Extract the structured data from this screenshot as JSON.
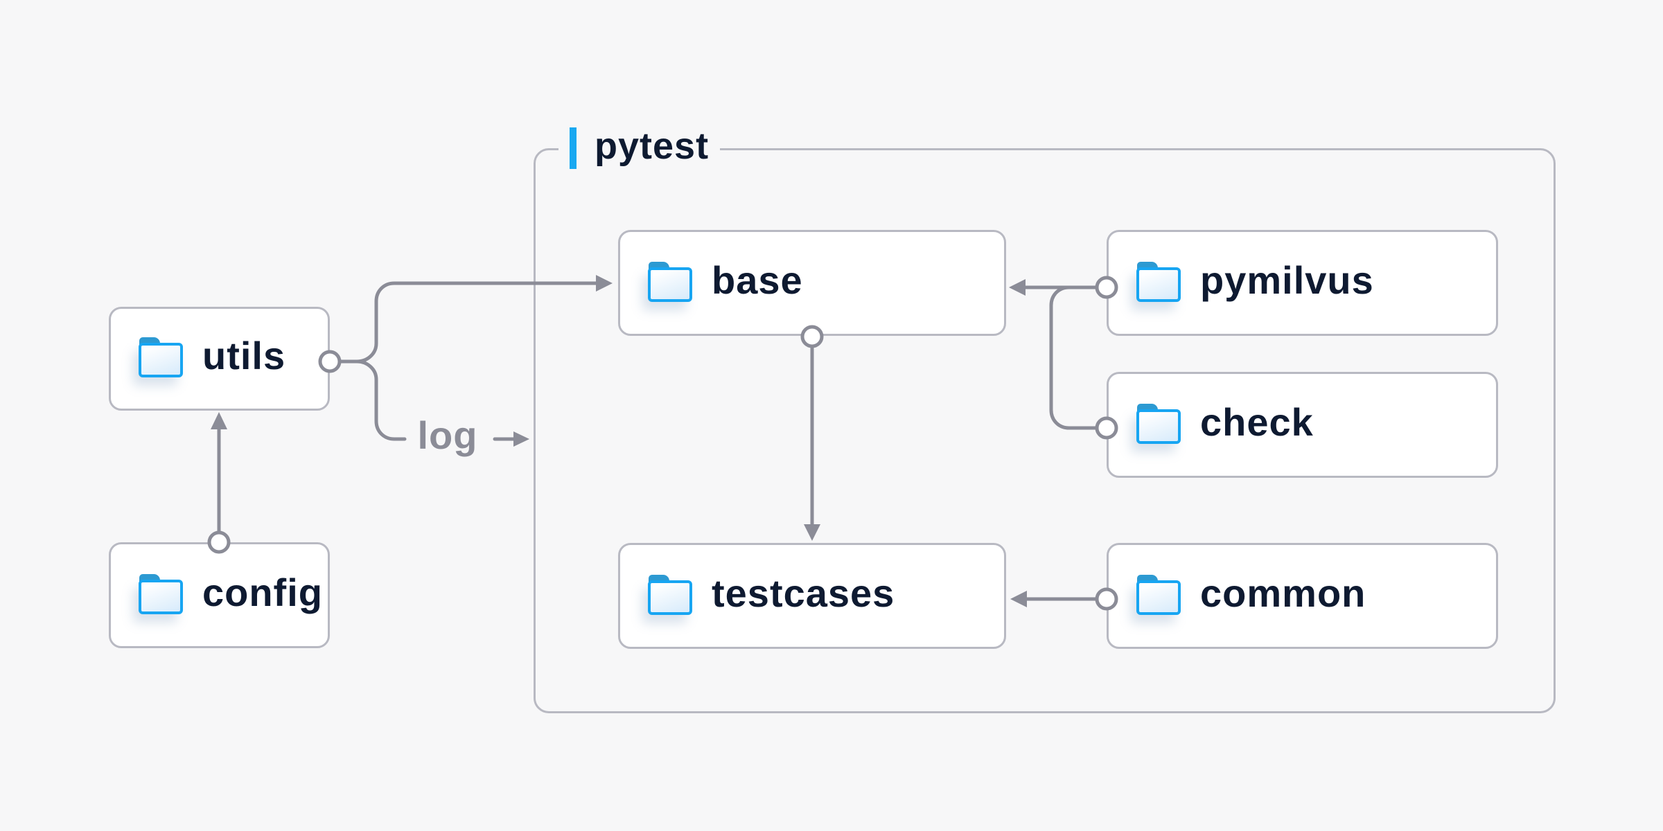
{
  "diagram": {
    "background": "#f7f7f8",
    "group": {
      "label": "pytest"
    },
    "nodes": {
      "utils": {
        "label": "utils",
        "icon": "folder-icon"
      },
      "config": {
        "label": "config",
        "icon": "folder-icon"
      },
      "base": {
        "label": "base",
        "icon": "folder-icon"
      },
      "pymilvus": {
        "label": "pymilvus",
        "icon": "folder-icon"
      },
      "check": {
        "label": "check",
        "icon": "folder-icon"
      },
      "testcases": {
        "label": "testcases",
        "icon": "folder-icon"
      },
      "common": {
        "label": "common",
        "icon": "folder-icon"
      }
    },
    "edge_label": "log",
    "relations": [
      {
        "from": "config",
        "to": "utils",
        "style": "arrow-with-dot"
      },
      {
        "from": "utils",
        "to": "base",
        "style": "arrow-with-dot"
      },
      {
        "from": "utils",
        "to": "log",
        "style": "labeled-arrow"
      },
      {
        "from": "base",
        "to": "testcases",
        "style": "arrow-with-dot"
      },
      {
        "from": "pymilvus",
        "to": "base",
        "style": "arrow-with-dot"
      },
      {
        "from": "check",
        "to": "base",
        "style": "arrow-with-dot"
      },
      {
        "from": "common",
        "to": "testcases",
        "style": "arrow-with-dot"
      }
    ],
    "colors": {
      "accent_blue": "#18a8f1",
      "connector_gray": "#8b8c97",
      "box_border": "#b8b9c2",
      "box_fill": "#ffffff",
      "text_dark": "#0e1a31",
      "folder_border_blue": "#17a5f2",
      "folder_tab_blue": "#2d9ad2",
      "folder_fill_light": "#d9ecfb"
    }
  }
}
